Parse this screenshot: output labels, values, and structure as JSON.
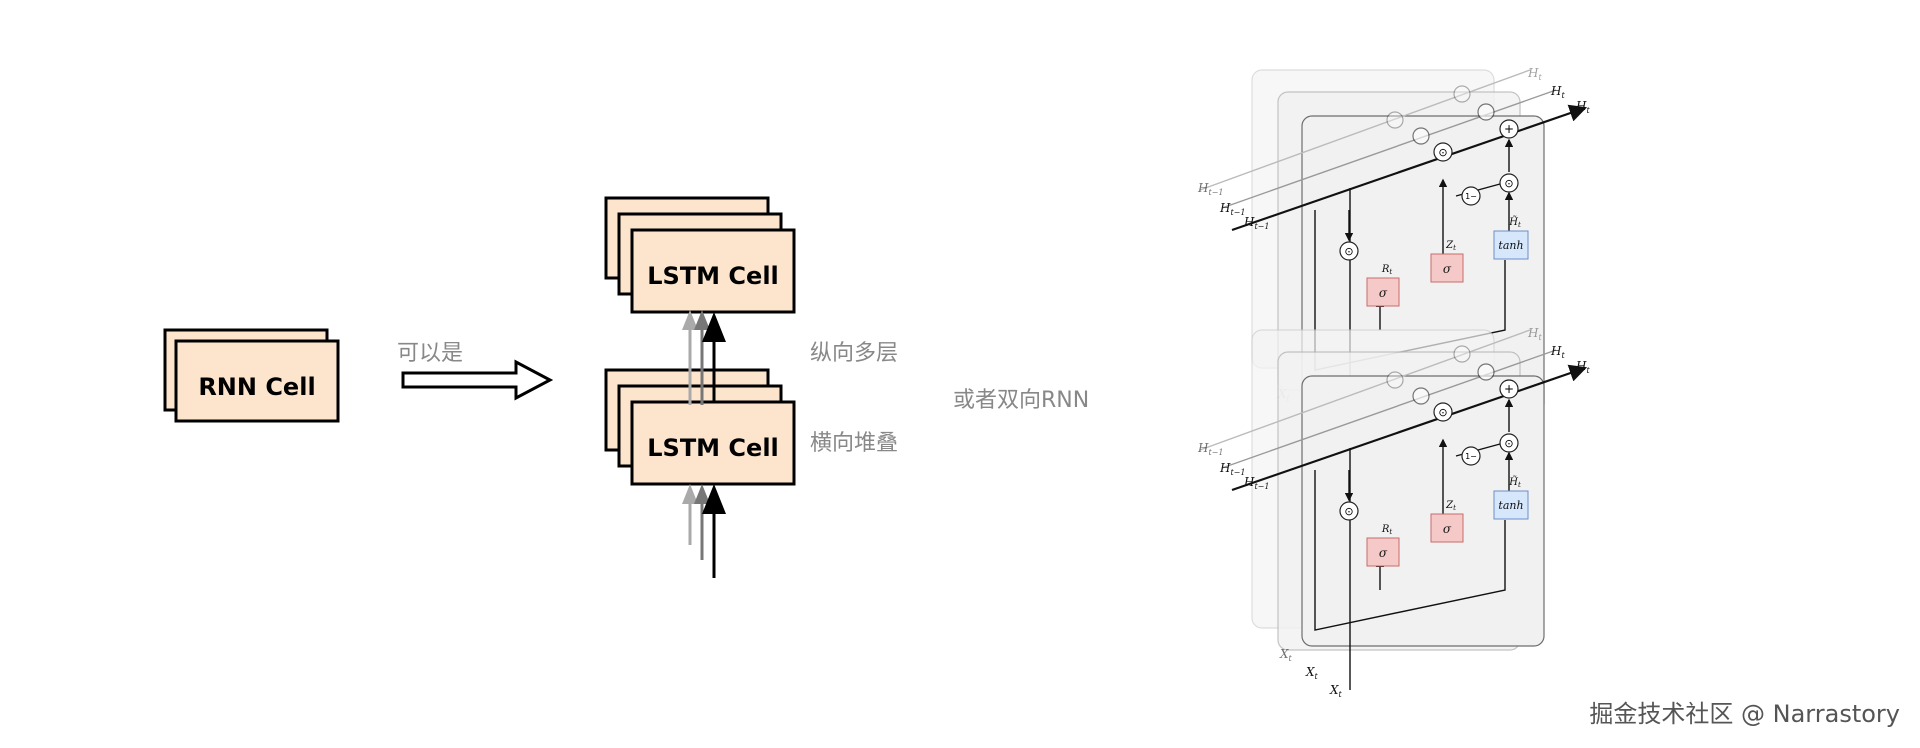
{
  "rnn": {
    "label": "RNN Cell"
  },
  "arrow": {
    "label": "可以是"
  },
  "lstm": {
    "top_label": "LSTM Cell",
    "bottom_label": "LSTM Cell"
  },
  "captions": {
    "vertical": "纵向多层",
    "horizontal": "横向堆叠",
    "bidirectional": "或者双向RNN"
  },
  "gru": {
    "h_prev": "H",
    "h_prev_sub": "t−1",
    "h_out": "H",
    "h_out_sub": "t",
    "x_in": "X",
    "x_in_sub": "t",
    "reset": "R",
    "reset_sub": "t",
    "update": "Z",
    "update_sub": "t",
    "candidate": "H̃",
    "candidate_sub": "t",
    "sigma": "σ",
    "tanh": "tanh",
    "one_minus": "1−",
    "odot": "⊙",
    "plus": "+"
  },
  "watermark": "掘金技术社区 @ Narrastory",
  "colors": {
    "cell_fill": "#fde5cd",
    "caption": "#888888",
    "gate_red": "#f6c9c9",
    "gate_blue": "#d6e6fb"
  }
}
